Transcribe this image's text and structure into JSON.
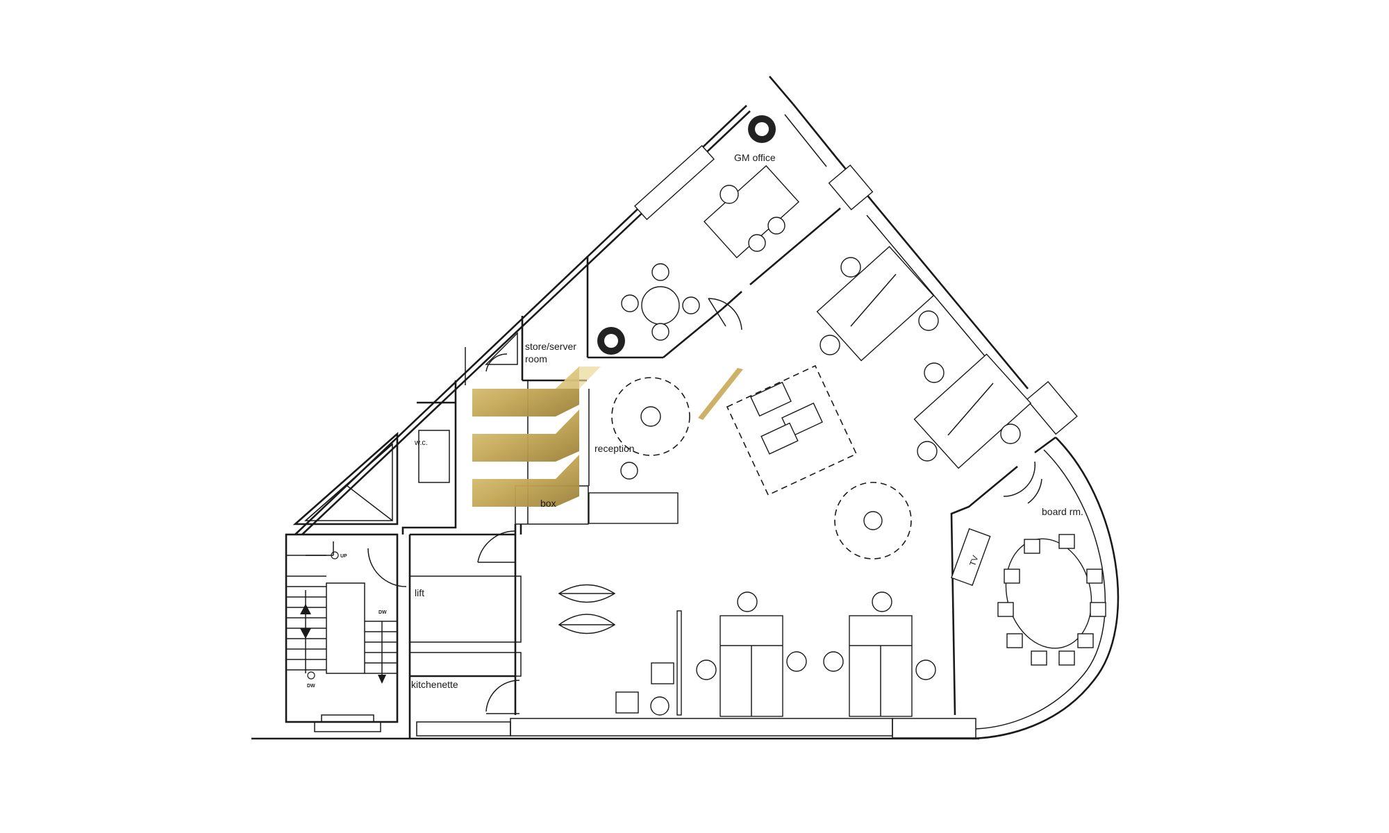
{
  "floor_plan": {
    "rooms": {
      "gm_office": "GM office",
      "store_line1": "store/server",
      "store_line2": "room",
      "wc": "w.c.",
      "reception": "reception",
      "box": "box",
      "board_room": "board rm.",
      "tv": "TV",
      "lift": "lift",
      "kitchenette": "kitchenette"
    },
    "stairs": {
      "up": "UP",
      "dw_1": "DW",
      "dw_2": "DW"
    }
  },
  "colors": {
    "wall": "#1a1a1a",
    "background": "#ffffff",
    "logo_gold_light": "#d9c27a",
    "logo_gold_dark": "#a8893d"
  }
}
